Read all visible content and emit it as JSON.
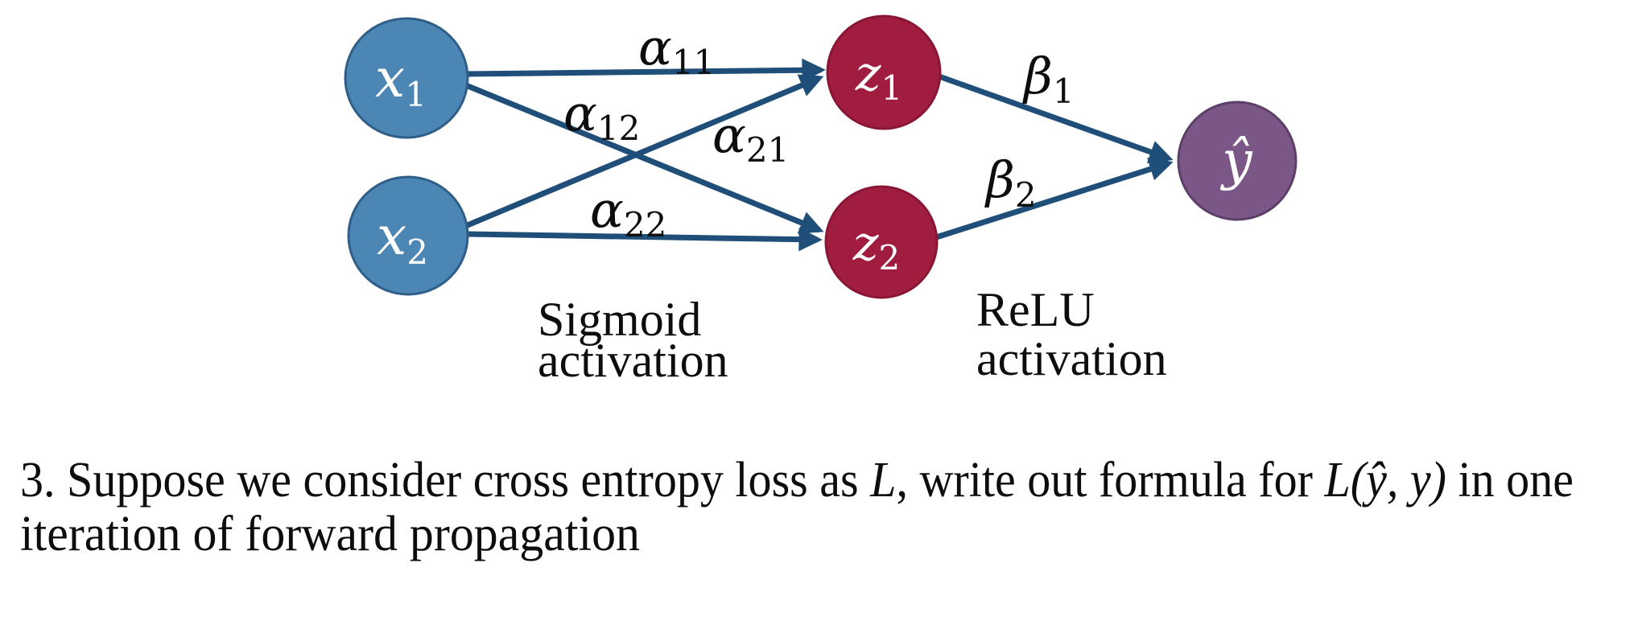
{
  "diagram": {
    "nodes": {
      "x1": {
        "base": "x",
        "sub": "1"
      },
      "x2": {
        "base": "x",
        "sub": "2"
      },
      "z1": {
        "base": "z",
        "sub": "1"
      },
      "z2": {
        "base": "z",
        "sub": "2"
      },
      "yhat": {
        "base": "ŷ",
        "sub": ""
      }
    },
    "weights": {
      "a11": {
        "base": "α",
        "sub": "11"
      },
      "a12": {
        "base": "α",
        "sub": "12"
      },
      "a21": {
        "base": "α",
        "sub": "21"
      },
      "a22": {
        "base": "α",
        "sub": "22"
      },
      "b1": {
        "base": "β",
        "sub": "1"
      },
      "b2": {
        "base": "β",
        "sub": "2"
      }
    },
    "annotations": {
      "hidden_layer": {
        "line1": "Sigmoid",
        "line2": "activation"
      },
      "output_layer": {
        "line1": "ReLU",
        "line2": "activation"
      }
    },
    "colors": {
      "input_node_fill": "#4c86b5",
      "input_node_border": "#2f5e88",
      "hidden_node_fill": "#a01d40",
      "hidden_node_border": "#8a1636",
      "output_node_fill": "#7b5787",
      "output_node_border": "#5c3f68",
      "edge": "#1f4e79",
      "label_text": "#0d0d0d",
      "node_text": "#ffffff"
    }
  },
  "question": {
    "prefix": "3. Suppose we consider cross entropy loss as ",
    "var1": "L",
    "middle": ", write out formula for ",
    "expr": "L(ŷ, y)",
    "suffix": " in one",
    "line2": "iteration of forward propagation"
  }
}
